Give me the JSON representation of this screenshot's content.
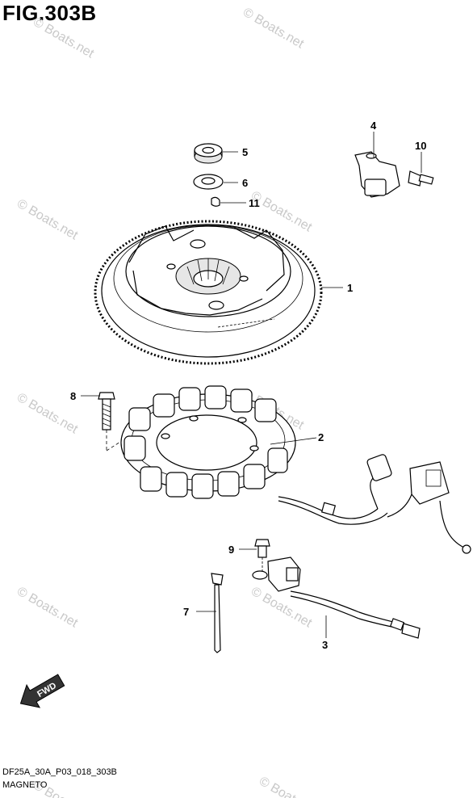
{
  "figure": {
    "title": "FIG.303B",
    "code": "DF25A_30A_P03_018_303B",
    "name": "MAGNETO"
  },
  "watermark": {
    "text": "© Boats.net"
  },
  "direction": {
    "label": "FWD"
  },
  "callouts": [
    {
      "id": "1",
      "label": "1"
    },
    {
      "id": "2",
      "label": "2"
    },
    {
      "id": "3",
      "label": "3"
    },
    {
      "id": "4",
      "label": "4"
    },
    {
      "id": "5",
      "label": "5"
    },
    {
      "id": "6",
      "label": "6"
    },
    {
      "id": "7",
      "label": "7"
    },
    {
      "id": "8",
      "label": "8"
    },
    {
      "id": "9",
      "label": "9"
    },
    {
      "id": "10",
      "label": "10"
    },
    {
      "id": "11",
      "label": "11"
    }
  ]
}
